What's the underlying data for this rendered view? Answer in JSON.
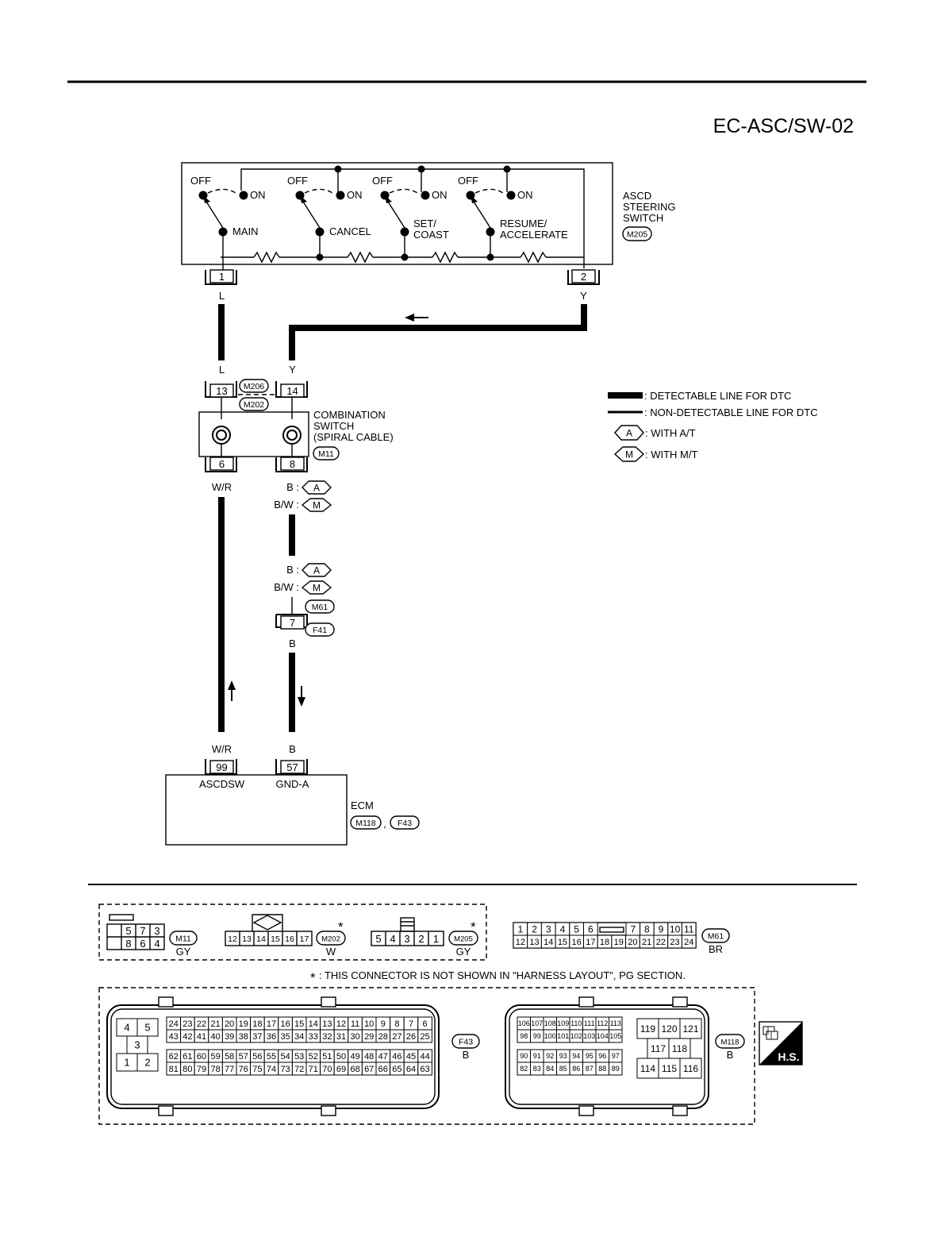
{
  "title": "EC-ASC/SW-02",
  "switch_unit": {
    "name_lines": [
      "ASCD",
      "STEERING",
      "SWITCH"
    ],
    "connector": "M205",
    "off_label": "OFF",
    "on_label": "ON",
    "switches": [
      {
        "lines": [
          "MAIN"
        ]
      },
      {
        "lines": [
          "CANCEL"
        ]
      },
      {
        "lines": [
          "SET/",
          "COAST"
        ]
      },
      {
        "lines": [
          "RESUME/",
          "ACCELERATE"
        ]
      }
    ],
    "pins": [
      "1",
      "2"
    ],
    "pin_wires": [
      "L",
      "Y"
    ]
  },
  "combination_switch": {
    "name_lines": [
      "COMBINATION",
      "SWITCH",
      "(SPIRAL CABLE)"
    ],
    "connector": "M11",
    "top_connectors": [
      "M206",
      "M202"
    ],
    "top_pins": [
      "13",
      "14"
    ],
    "top_wires": [
      "L",
      "Y"
    ],
    "bottom_pins": [
      "6",
      "8"
    ],
    "bottom_wires": [
      "W/R"
    ]
  },
  "variants": {
    "b_label": "B :",
    "bw_label": "B/W :",
    "at": "A",
    "mt": "M"
  },
  "joint": {
    "connectors": [
      "M61",
      "F41"
    ],
    "pin": "7",
    "wire_below": "B"
  },
  "ecm": {
    "name": "ECM",
    "connectors": [
      "M118",
      "F43"
    ],
    "separator": ",",
    "pins": [
      "99",
      "57"
    ],
    "pin_names": [
      "ASCDSW",
      "GND-A"
    ],
    "wires_above": [
      "W/R",
      "B"
    ]
  },
  "legend": {
    "detectable": ": DETECTABLE LINE FOR DTC",
    "non_detectable": ": NON-DETECTABLE LINE FOR DTC",
    "with_at_symbol": "A",
    "with_at": ": WITH A/T",
    "with_mt_symbol": "M",
    "with_mt": ": WITH M/T"
  },
  "connector_views": {
    "m11": {
      "name": "M11",
      "color": "GY",
      "rows": [
        [
          "5",
          "7",
          "3"
        ],
        [
          "8",
          "6",
          "4"
        ]
      ]
    },
    "m202": {
      "name": "M202",
      "color": "W",
      "pins": [
        "12",
        "13",
        "14",
        "15",
        "16",
        "17"
      ]
    },
    "m205": {
      "name": "M205",
      "color": "GY",
      "pins": [
        "5",
        "4",
        "3",
        "2",
        "1"
      ]
    },
    "asterisk": "*",
    "m61": {
      "name": "M61",
      "color": "BR",
      "row1a": [
        "1",
        "2",
        "3",
        "4",
        "5",
        "6"
      ],
      "row1b": [
        "7",
        "8",
        "9",
        "10",
        "11"
      ],
      "row2": [
        "12",
        "13",
        "14",
        "15",
        "16",
        "17",
        "18",
        "19",
        "20",
        "21",
        "22",
        "23",
        "24"
      ]
    },
    "note_star": "*",
    "note": ": THIS CONNECTOR IS NOT SHOWN IN \"HARNESS LAYOUT\", PG SECTION.",
    "f43": {
      "name": "F43",
      "color": "B",
      "left_top": [
        "4",
        "5"
      ],
      "left_mid": [
        "3"
      ],
      "left_bottom": [
        "1",
        "2"
      ],
      "r1": [
        "24",
        "23",
        "22",
        "21",
        "20",
        "19",
        "18",
        "17",
        "16",
        "15",
        "14",
        "13",
        "12",
        "11",
        "10",
        "9",
        "8",
        "7",
        "6"
      ],
      "r2": [
        "43",
        "42",
        "41",
        "40",
        "39",
        "38",
        "37",
        "36",
        "35",
        "34",
        "33",
        "32",
        "31",
        "30",
        "29",
        "28",
        "27",
        "26",
        "25"
      ],
      "r3": [
        "62",
        "61",
        "60",
        "59",
        "58",
        "57",
        "56",
        "55",
        "54",
        "53",
        "52",
        "51",
        "50",
        "49",
        "48",
        "47",
        "46",
        "45",
        "44"
      ],
      "r4": [
        "81",
        "80",
        "79",
        "78",
        "77",
        "76",
        "75",
        "74",
        "73",
        "72",
        "71",
        "70",
        "69",
        "68",
        "67",
        "66",
        "65",
        "64",
        "63"
      ]
    },
    "m118": {
      "name": "M118",
      "color": "B",
      "r1": [
        "106",
        "107",
        "108",
        "109",
        "110",
        "111",
        "112",
        "113"
      ],
      "r2": [
        "98",
        "99",
        "100",
        "101",
        "102",
        "103",
        "104",
        "105"
      ],
      "r3": [
        "90",
        "91",
        "92",
        "93",
        "94",
        "95",
        "96",
        "97"
      ],
      "r4": [
        "82",
        "83",
        "84",
        "85",
        "86",
        "87",
        "88",
        "89"
      ],
      "right_top": [
        "119",
        "120",
        "121"
      ],
      "right_mid": [
        "117",
        "118"
      ],
      "right_bottom": [
        "114",
        "115",
        "116"
      ]
    },
    "hs_label": "H.S."
  }
}
